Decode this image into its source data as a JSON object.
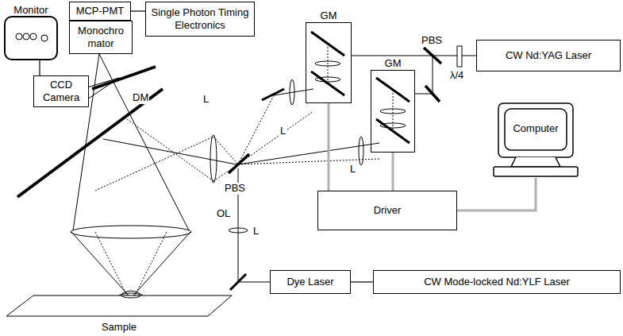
{
  "diagram": {
    "nodes": [
      {
        "text": [
          "Monitor"
        ]
      },
      {
        "text": [
          "MCP-PMT"
        ]
      },
      {
        "text": [
          "Monochro mator"
        ]
      },
      {
        "text": [
          "Single Photon Timing Electronics"
        ]
      },
      {
        "text": [
          "GM"
        ]
      },
      {
        "text": [
          "CW Nd:YAG Laser"
        ]
      },
      {
        "text": [
          "CCD Camera"
        ]
      },
      {
        "text": [
          "GM"
        ]
      },
      {
        "text": [
          "Computer"
        ]
      },
      {
        "text": [
          "Driver"
        ]
      },
      {
        "text": [
          "Sample"
        ]
      },
      {
        "text": [
          "Dye Laser"
        ]
      },
      {
        "text": [
          "CW Mode-locked Nd:YLF Laser"
        ]
      }
    ],
    "edges": [
      {
        "from": 0,
        "to": 6,
        "arrow": "none"
      },
      {
        "from": 1,
        "to": 3,
        "arrow": "none"
      },
      {
        "from": 4,
        "to": 9,
        "arrow": "none"
      },
      {
        "from": 7,
        "to": 9,
        "arrow": "none"
      },
      {
        "from": 9,
        "to": 8,
        "arrow": "none"
      },
      {
        "from": 11,
        "to": 12,
        "arrow": "none"
      }
    ],
    "labels": [
      "DM",
      "OL",
      "L",
      "L",
      "L",
      "L",
      "PBS",
      "PBS",
      "λ/4"
    ]
  }
}
